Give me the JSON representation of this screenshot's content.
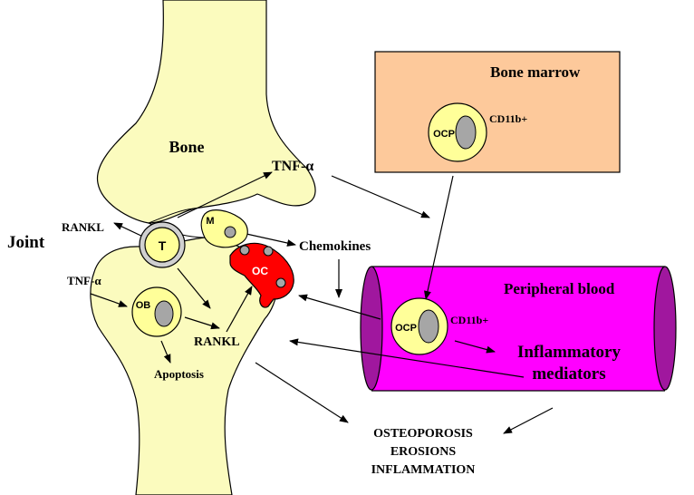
{
  "labels": {
    "bone": "Bone",
    "joint": "Joint",
    "tnf_top": "TNF-α",
    "rankl_left": "RANKL",
    "tnf_left": "TNF-α",
    "chemokines": "Chemokines",
    "rankl_bottom": "RANKL",
    "apoptosis": "Apoptosis",
    "bone_marrow": "Bone marrow",
    "peripheral_blood": "Peripheral blood",
    "cd11b_marrow": "CD11b+",
    "cd11b_blood": "CD11b+",
    "inflammatory_mediators_1": "Inflammatory",
    "inflammatory_mediators_2": "mediators",
    "outcome_1": "OSTEOPOROSIS",
    "outcome_2": "EROSIONS",
    "outcome_3": "INFLAMMATION"
  },
  "cells": {
    "t_cell": "T",
    "macrophage": "M",
    "osteoclast": "OC",
    "osteoblast": "OB",
    "ocp_marrow": "OCP",
    "ocp_blood": "OCP"
  },
  "colors": {
    "bone_fill": "#fbfbbe",
    "bone_light": "#fdfde0",
    "cell_fill": "#ffff99",
    "nucleus": "#a6a6a6",
    "marrow_fill": "#fdc99b",
    "vessel": "#ff00ff",
    "vessel_dark": "#a0179e",
    "osteoclast": "#ff0000"
  }
}
